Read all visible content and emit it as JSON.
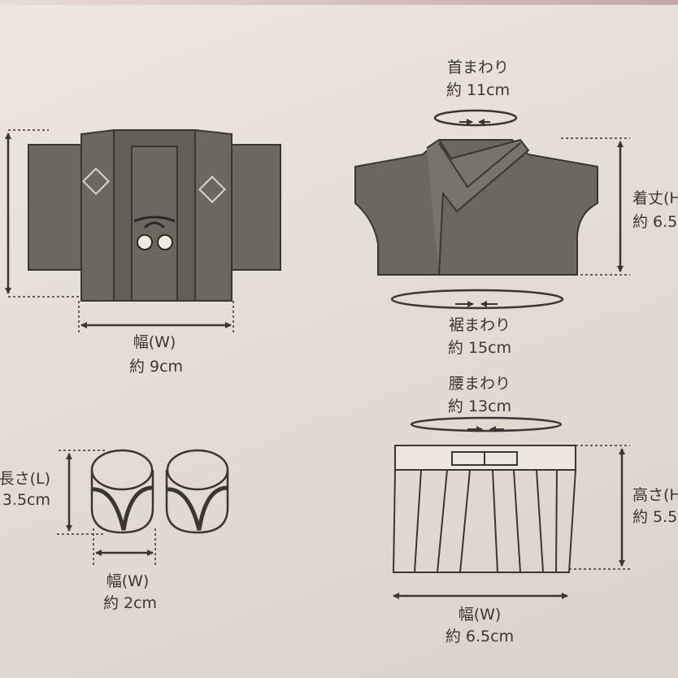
{
  "colors": {
    "garment_fill": "#6b6763",
    "line": "#3a3632",
    "background": "#e6e0d8"
  },
  "haori": {
    "width_label": "幅(W)",
    "width_value": "約 9cm"
  },
  "kimono": {
    "neck_label": "首まわり",
    "neck_value": "約 11cm",
    "length_label": "着丈(H",
    "length_value": "約 6.5",
    "hem_label": "裾まわり",
    "hem_value": "約 15cm"
  },
  "tabi": {
    "length_label": "長さ(L)",
    "length_value": "3.5cm",
    "width_label": "幅(W)",
    "width_value": "約 2cm"
  },
  "hakama": {
    "waist_label": "腰まわり",
    "waist_value": "約 13cm",
    "height_label": "高さ(H",
    "height_value": "約 5.5",
    "width_label": "幅(W)",
    "width_value": "約 6.5cm"
  }
}
